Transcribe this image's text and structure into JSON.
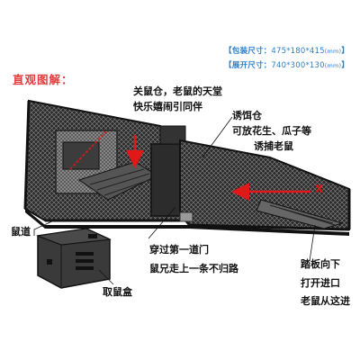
{
  "specs": {
    "pack": {
      "key": "【包装尺寸：",
      "value": "475*180*415",
      "unit": "(mm)",
      "end": "】"
    },
    "open": {
      "key": "【展开尺寸：",
      "value": "740*300*130",
      "unit": "(mm)",
      "end": "】"
    }
  },
  "title": "直观图解：",
  "labels": {
    "upper_chamber_1": "关鼠仓，老鼠的天堂",
    "upper_chamber_2": "快乐嬉闹引同伴",
    "bait_1": "诱饵仓",
    "bait_2": "可放花生、瓜子等",
    "bait_3": "诱捕老鼠",
    "x": "X",
    "tunnel": "鼠道",
    "door_1": "穿过第一道门",
    "door_2": "鼠兄走上一条不归路",
    "pedal_1": "踏板向下",
    "pedal_2": "打开进口",
    "pedal_3": "老鼠从这进",
    "box": "取鼠盒"
  },
  "colors": {
    "spec_text": "#2f7fc9",
    "title": "#e23b3b",
    "arrow": "#e01818",
    "cage": "#1a1a1a"
  }
}
